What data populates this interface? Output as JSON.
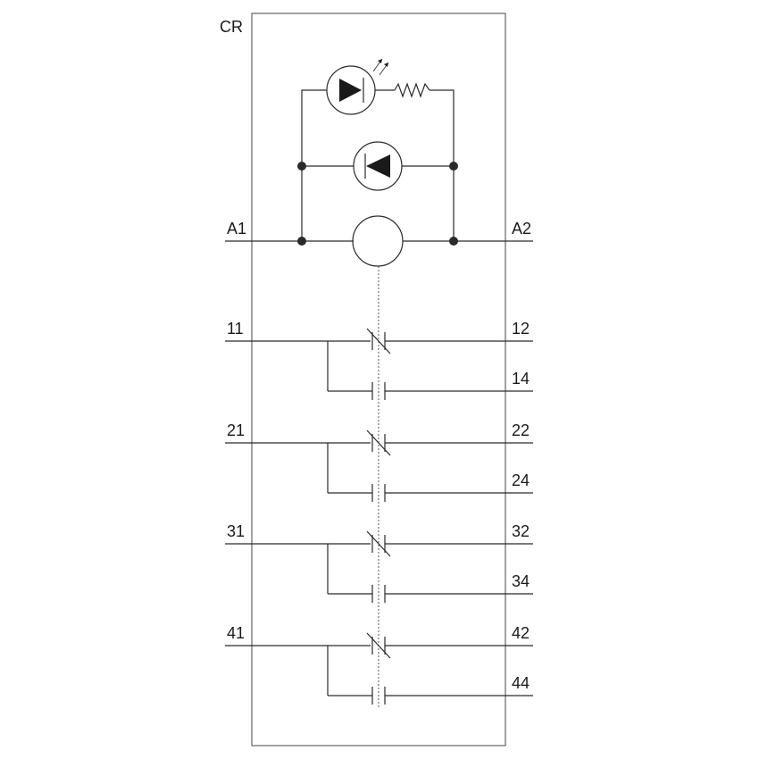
{
  "device_label": "CR",
  "coil_terminals": {
    "left": "A1",
    "right": "A2"
  },
  "coil_components": [
    {
      "name": "led-indicator",
      "icon": "led-diode-icon"
    },
    {
      "name": "resistor",
      "icon": "resistor-icon"
    },
    {
      "name": "suppression-diode",
      "icon": "diode-icon"
    },
    {
      "name": "relay-coil",
      "icon": "coil-circle-icon"
    }
  ],
  "contact_groups": [
    {
      "common": "11",
      "nc": "12",
      "no": "14"
    },
    {
      "common": "21",
      "nc": "22",
      "no": "24"
    },
    {
      "common": "31",
      "nc": "32",
      "no": "34"
    },
    {
      "common": "41",
      "nc": "42",
      "no": "44"
    }
  ],
  "colors": {
    "line": "#2a2a2a",
    "node": "#2a2a2a",
    "background": "#ffffff"
  }
}
